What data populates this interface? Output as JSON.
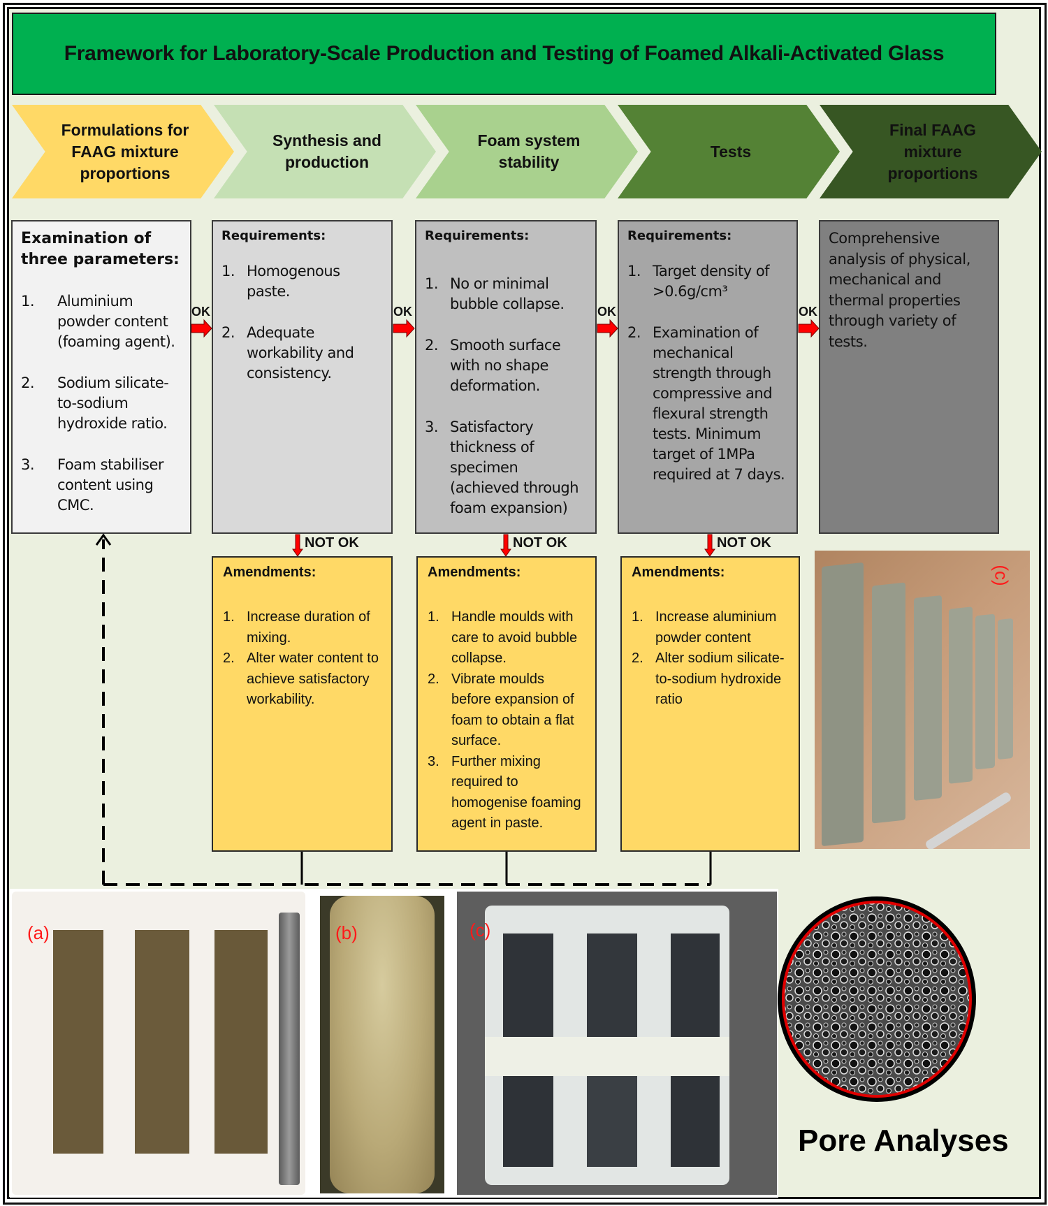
{
  "title": "Framework for Laboratory-Scale Production and Testing of Foamed Alkali-Activated Glass",
  "colors": {
    "title_bg": "#00b050",
    "page_bg": "#ebf0df",
    "chevrons": [
      "#ffd966",
      "#c5e0b4",
      "#a9d18e",
      "#548235",
      "#375623"
    ],
    "boxes": [
      "#f2f2f2",
      "#d9d9d9",
      "#bfbfbf",
      "#a6a6a6",
      "#808080"
    ],
    "amendments_bg": "#ffd966",
    "arrow_red": "#ff0000",
    "photo_label": "#ff1a1a"
  },
  "stages": [
    {
      "label": "Formulations for FAAG mixture proportions"
    },
    {
      "label": "Synthesis and production"
    },
    {
      "label": "Foam system stability"
    },
    {
      "label": "Tests"
    },
    {
      "label": "Final FAAG mixture proportions"
    }
  ],
  "parameters_box": {
    "heading": "Examination of three parameters:",
    "items": [
      {
        "num": "1.",
        "text": "Aluminium powder content (foaming agent)."
      },
      {
        "num": "2.",
        "text": "Sodium silicate-to-sodium hydroxide ratio."
      },
      {
        "num": "3.",
        "text": "Foam stabiliser content using CMC."
      }
    ]
  },
  "requirements": [
    {
      "heading": "Requirements:",
      "items": [
        {
          "num": "1.",
          "text": "Homogenous paste."
        },
        {
          "num": "2.",
          "text": "Adequate workability and consistency."
        }
      ]
    },
    {
      "heading": "Requirements:",
      "items": [
        {
          "num": "1.",
          "text": "No or minimal bubble collapse."
        },
        {
          "num": "2.",
          "text": "Smooth surface with no shape deformation."
        },
        {
          "num": "3.",
          "text": "Satisfactory thickness of specimen (achieved through foam expansion)"
        }
      ]
    },
    {
      "heading": "Requirements:",
      "items": [
        {
          "num": "1.",
          "text": "Target density of >0.6g/cm³"
        },
        {
          "num": "2.",
          "text": "Examination of mechanical strength through compressive and flexural strength tests. Minimum target of 1MPa required at 7 days."
        }
      ]
    }
  ],
  "final_box": {
    "text": "Comprehensive analysis of physical, mechanical and thermal properties through variety of tests."
  },
  "ok_label": "OK",
  "not_ok_label": "NOT OK",
  "amendments": [
    {
      "heading": "Amendments:",
      "items": [
        {
          "num": "1.",
          "text": "Increase duration of mixing."
        },
        {
          "num": "2.",
          "text": "Alter water content to achieve satisfactory workability."
        }
      ]
    },
    {
      "heading": "Amendments:",
      "items": [
        {
          "num": "1.",
          "text": "Handle moulds with care to avoid bubble collapse."
        },
        {
          "num": "2.",
          "text": "Vibrate moulds before expansion of foam to obtain a flat surface."
        },
        {
          "num": "3.",
          "text": "Further mixing required to homogenise foaming agent in paste."
        }
      ]
    },
    {
      "heading": "Amendments:",
      "items": [
        {
          "num": "1.",
          "text": "Increase aluminium powder content"
        },
        {
          "num": "2.",
          "text": "Alter sodium silicate-to-sodium hydroxide ratio"
        }
      ]
    }
  ],
  "photos": {
    "specimens_label": "(c)",
    "mould_label": "(a)",
    "sample_label": "(b)",
    "wrapped_label": "(c)",
    "pore_title": "Pore Analyses"
  }
}
